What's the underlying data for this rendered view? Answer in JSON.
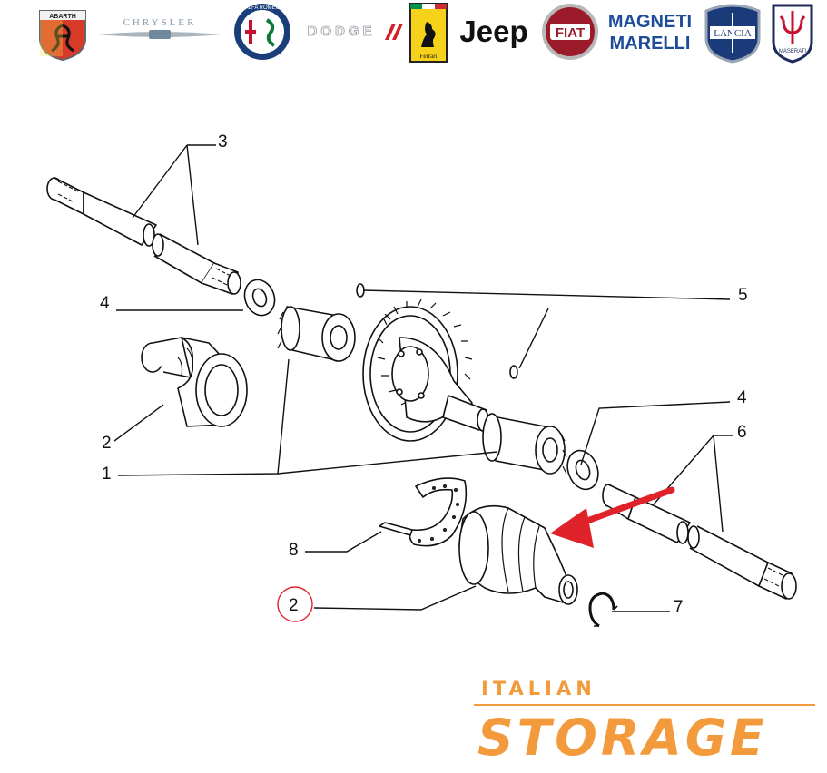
{
  "brands": [
    {
      "name": "Abarth",
      "label": "ABARTH",
      "icon": "abarth-logo-icon",
      "color": "#e03c2e"
    },
    {
      "name": "Chrysler",
      "label": "CHRYSLER",
      "icon": "chrysler-logo-icon",
      "color": "#8a9aa8"
    },
    {
      "name": "Alfa Romeo",
      "label": "ALFA ROMEO",
      "icon": "alfa-romeo-logo-icon",
      "color": "#1a3e7a"
    },
    {
      "name": "Dodge",
      "label": "DODGE",
      "icon": "dodge-logo-icon",
      "color": "#d32028"
    },
    {
      "name": "Ferrari",
      "label": "Ferrari",
      "icon": "ferrari-logo-icon",
      "color": "#f6d21a"
    },
    {
      "name": "Jeep",
      "label": "Jeep",
      "icon": "jeep-logo-icon",
      "color": "#111111"
    },
    {
      "name": "Fiat",
      "label": "FIAT",
      "icon": "fiat-logo-icon",
      "color": "#9b1b2a"
    },
    {
      "name": "Magneti Marelli",
      "label_line1": "MAGNETI",
      "label_line2": "MARELLI",
      "icon": "magneti-marelli-logo-icon",
      "color": "#1e4c9a"
    },
    {
      "name": "Lancia",
      "label": "LANCIA",
      "icon": "lancia-logo-icon",
      "color": "#1b3a7a"
    },
    {
      "name": "Maserati",
      "label": "MASERATI",
      "icon": "maserati-logo-icon",
      "color": "#1d2a5a"
    }
  ],
  "callouts": {
    "c3": "3",
    "c4_left": "4",
    "c5": "5",
    "c4_right": "4",
    "c6": "6",
    "c2_left": "2",
    "c1": "1",
    "c8": "8",
    "c2_highlight": "2",
    "c7": "7"
  },
  "highlight_color": "#e0222b",
  "footer": {
    "brand_small": "ITALIAN",
    "brand_large": "STORAGE",
    "brand_color": "#f39a3c"
  }
}
